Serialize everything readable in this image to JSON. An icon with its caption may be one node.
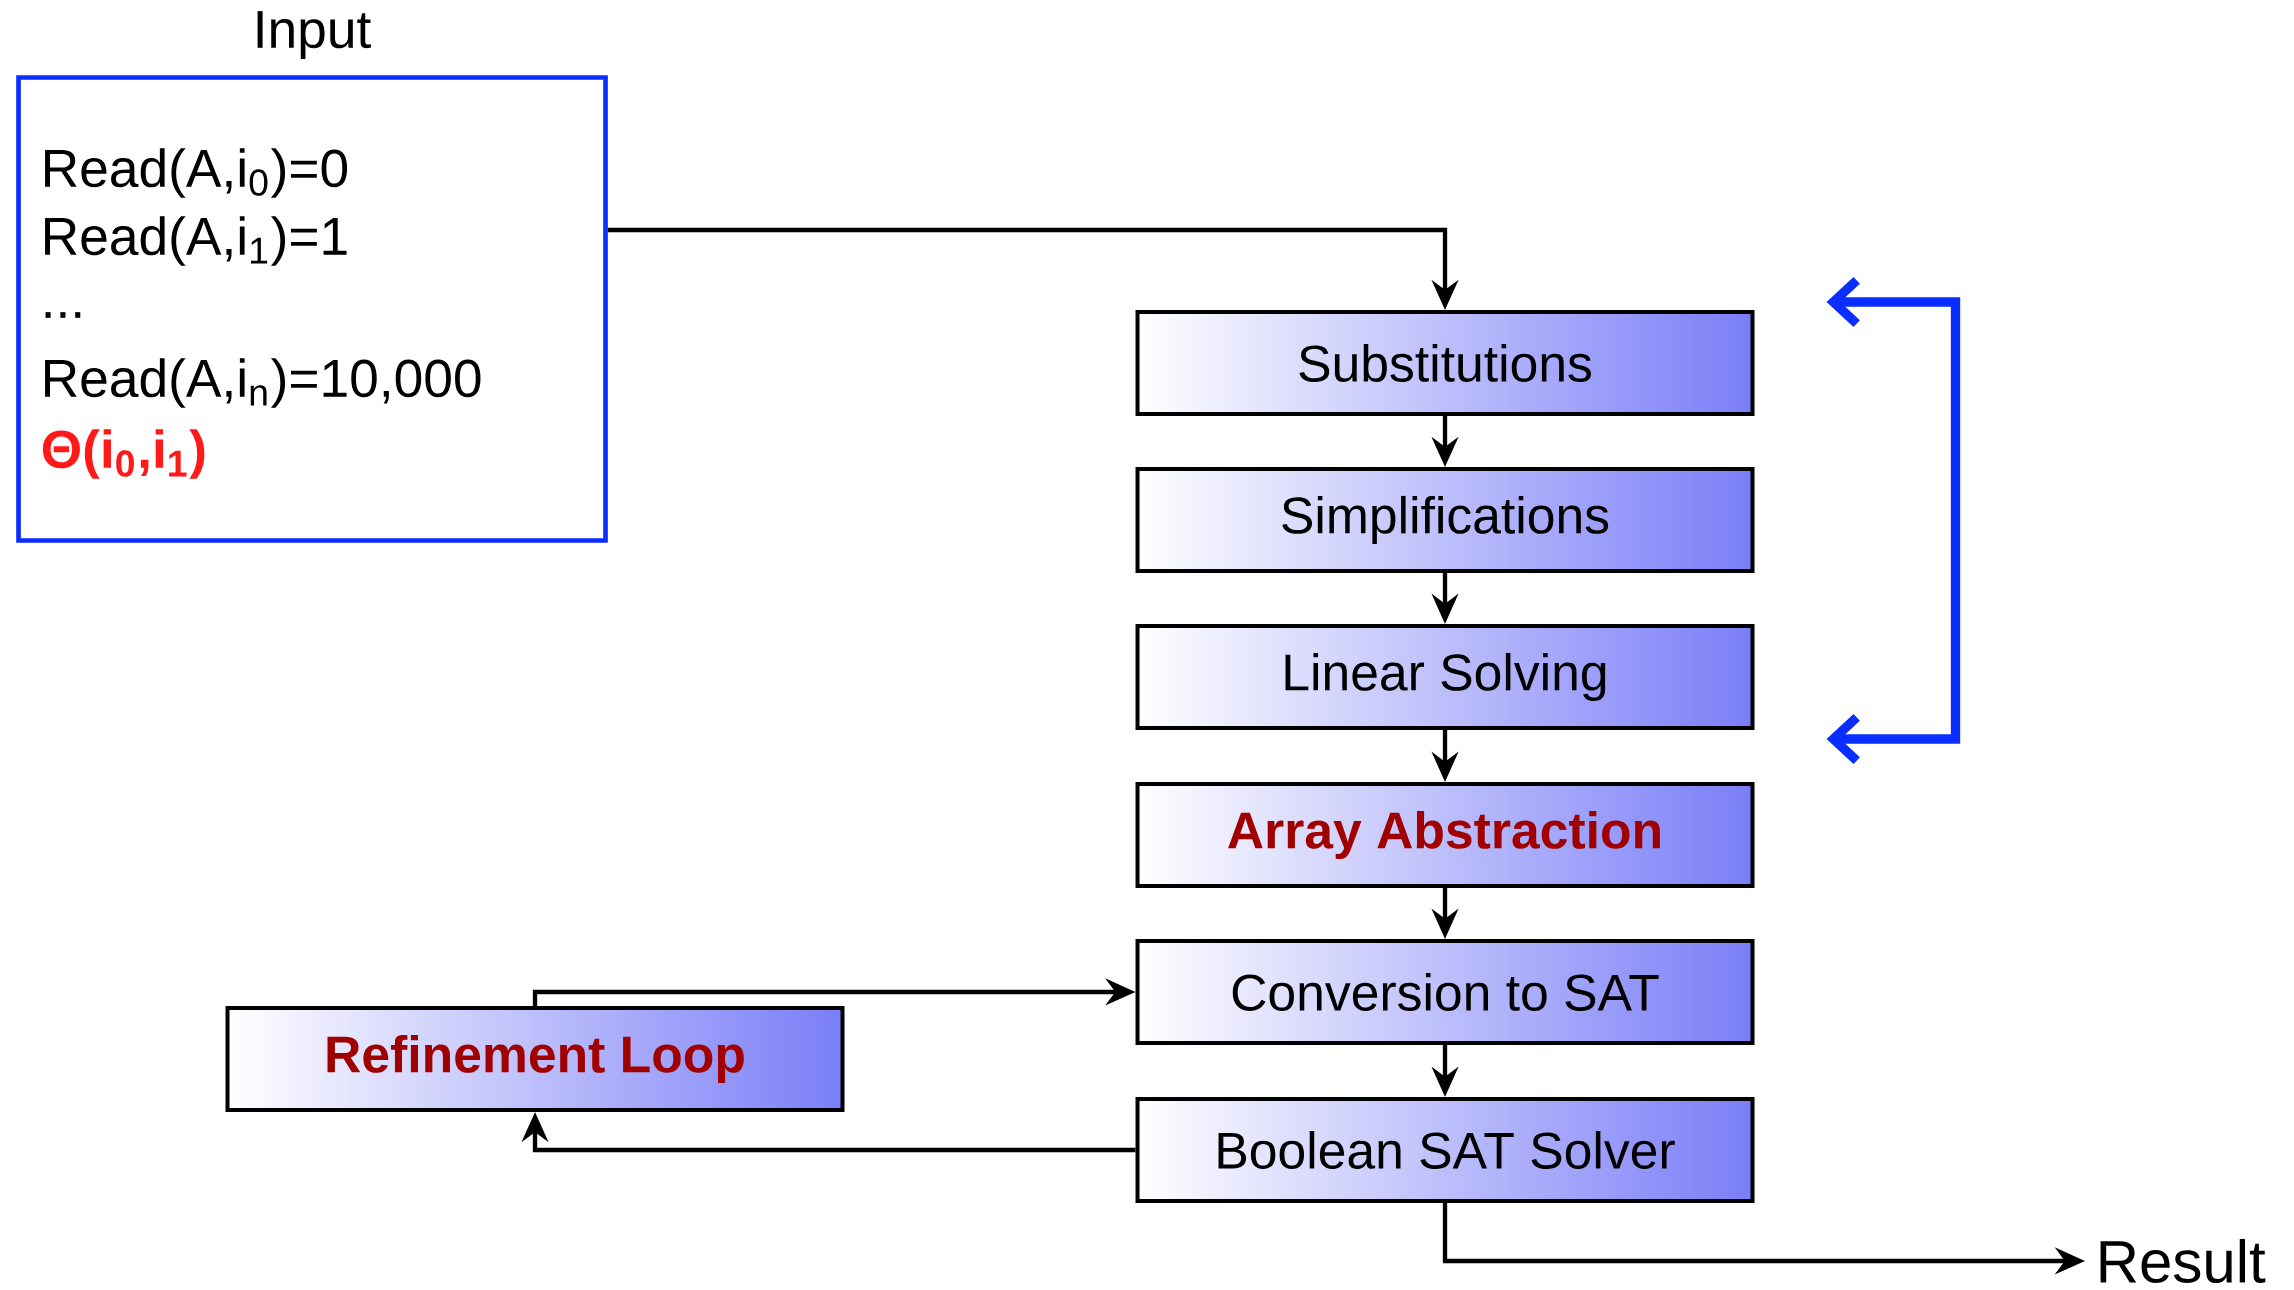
{
  "diagram": {
    "nodes": [
      {
        "text": [
          "Input",
          "Read(A,i$_{0}$)=0",
          "Read(A,i$_{1}$)=1",
          "...",
          "Read(A,i$_{n}$)=10,000",
          "Θ(i$_{0}$,i$_{1}$)"
        ]
      },
      {
        "text": [
          "Substitutions"
        ]
      },
      {
        "text": [
          "Simplifications"
        ]
      },
      {
        "text": [
          "Linear Solving"
        ]
      },
      {
        "text": [
          "Array Abstraction"
        ]
      },
      {
        "text": [
          "Conversion to SAT"
        ]
      },
      {
        "text": [
          "Boolean SAT Solver"
        ]
      },
      {
        "text": [
          "Refinement Loop"
        ]
      },
      {
        "text": [
          "Result"
        ]
      }
    ],
    "edges": [
      {
        "from": 0,
        "to": 1,
        "arrow": "to"
      },
      {
        "from": 1,
        "to": 2,
        "arrow": "to"
      },
      {
        "from": 2,
        "to": 3,
        "arrow": "to"
      },
      {
        "from": 3,
        "to": 4,
        "arrow": "to"
      },
      {
        "from": 4,
        "to": 5,
        "arrow": "to"
      },
      {
        "from": 5,
        "to": 6,
        "arrow": "to"
      },
      {
        "from": 6,
        "to": 7,
        "arrow": "to"
      },
      {
        "from": 7,
        "to": 5,
        "arrow": "to"
      },
      {
        "from": 6,
        "to": 8,
        "arrow": "to"
      },
      {
        "from": 1,
        "to": 3,
        "arrow": "both",
        "color": "#0a2eff",
        "style": "thick"
      }
    ]
  }
}
